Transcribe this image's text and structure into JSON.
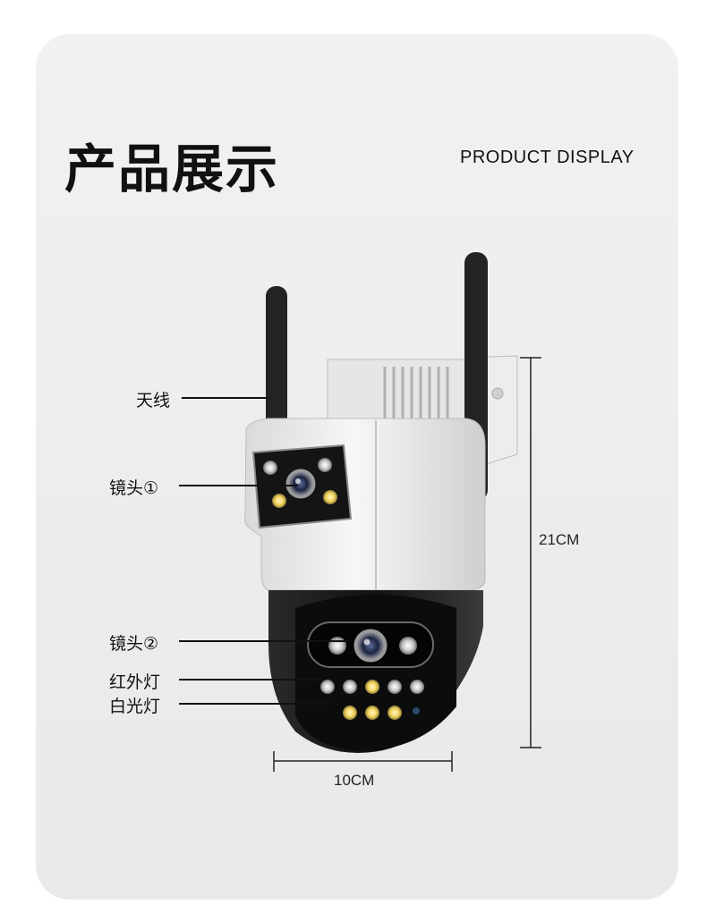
{
  "header": {
    "title": "产品展示",
    "subtitle": "PRODUCT DISPLAY"
  },
  "callouts": {
    "antenna": "天线",
    "lens1": "镜头①",
    "lens2": "镜头②",
    "infrared": "红外灯",
    "white_light": "白光灯"
  },
  "dimensions": {
    "height": "21CM",
    "width": "10CM"
  },
  "colors": {
    "background_card": "#ececec",
    "body_white": "#f4f4f4",
    "body_dark": "#1b1b1b",
    "warm_led": "#f2d35a"
  }
}
